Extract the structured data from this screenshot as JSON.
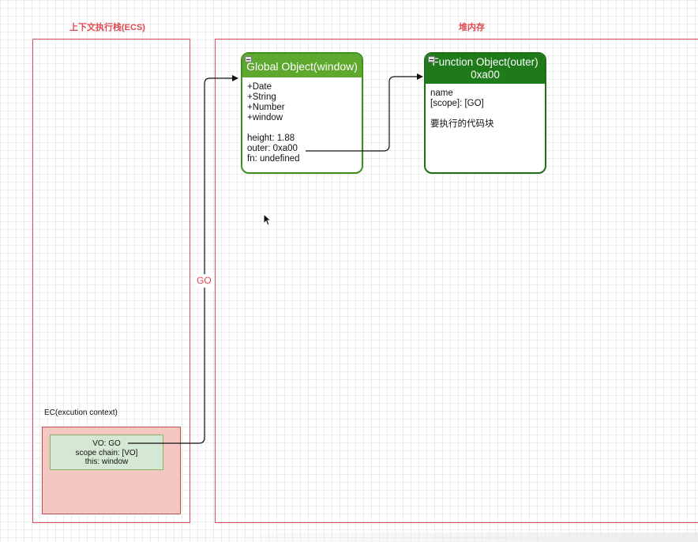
{
  "sections": {
    "stack_title": "上下文执行栈(ECS)",
    "heap_title": "堆内存"
  },
  "ec": {
    "label": "EC(excution context)",
    "vo_lines": [
      "VO: GO",
      "scope chain: [VO]",
      "this: window"
    ]
  },
  "edge_label": "GO",
  "global_object": {
    "title": "Global Object(window)",
    "props": [
      "+Date",
      "+String",
      "+Number",
      "+window"
    ],
    "vars": [
      "height: 1.88",
      "outer: 0xa00",
      "fn: undefined"
    ]
  },
  "function_object": {
    "title_line1": "Function Object(outer)",
    "title_line2": "0xa00",
    "lines": [
      "name",
      "[scope]: [GO]",
      "",
      "要执行的代码块"
    ]
  },
  "colors": {
    "region_border": "#d9535c",
    "title_red": "#e0474f",
    "go_header": "#5ea82d",
    "fo_header": "#1f7a1a",
    "ec_fill": "#f4c7c3",
    "vo_fill": "#d5e8d4"
  }
}
